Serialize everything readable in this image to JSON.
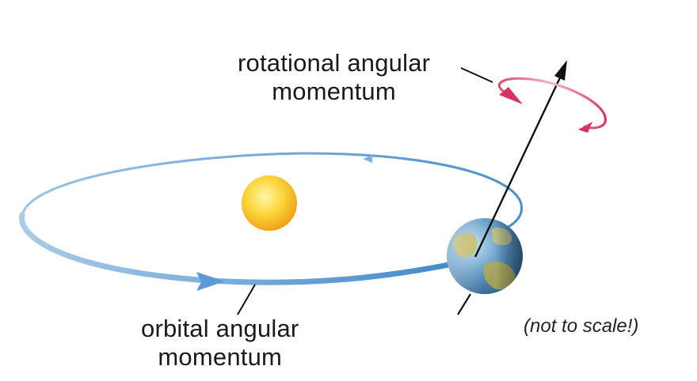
{
  "labels": {
    "rotational_line1": "rotational angular",
    "rotational_line2": "momentum",
    "orbital_line1": "orbital angular",
    "orbital_line2": "momentum",
    "note": "(not to scale!)"
  },
  "colors": {
    "orbit": "#5f9fd6",
    "orbit_light": "#cfe3f4",
    "spin_arrow": "#d8335c",
    "spin_light": "#f2a9bb",
    "sun_core": "#fff07a",
    "sun_edge": "#f0a21a",
    "axis": "#111111",
    "earth_ocean": "#4e86b4",
    "earth_land": "#c7b85a"
  },
  "icons": {
    "sun": "sun-icon",
    "earth": "earth-icon"
  }
}
